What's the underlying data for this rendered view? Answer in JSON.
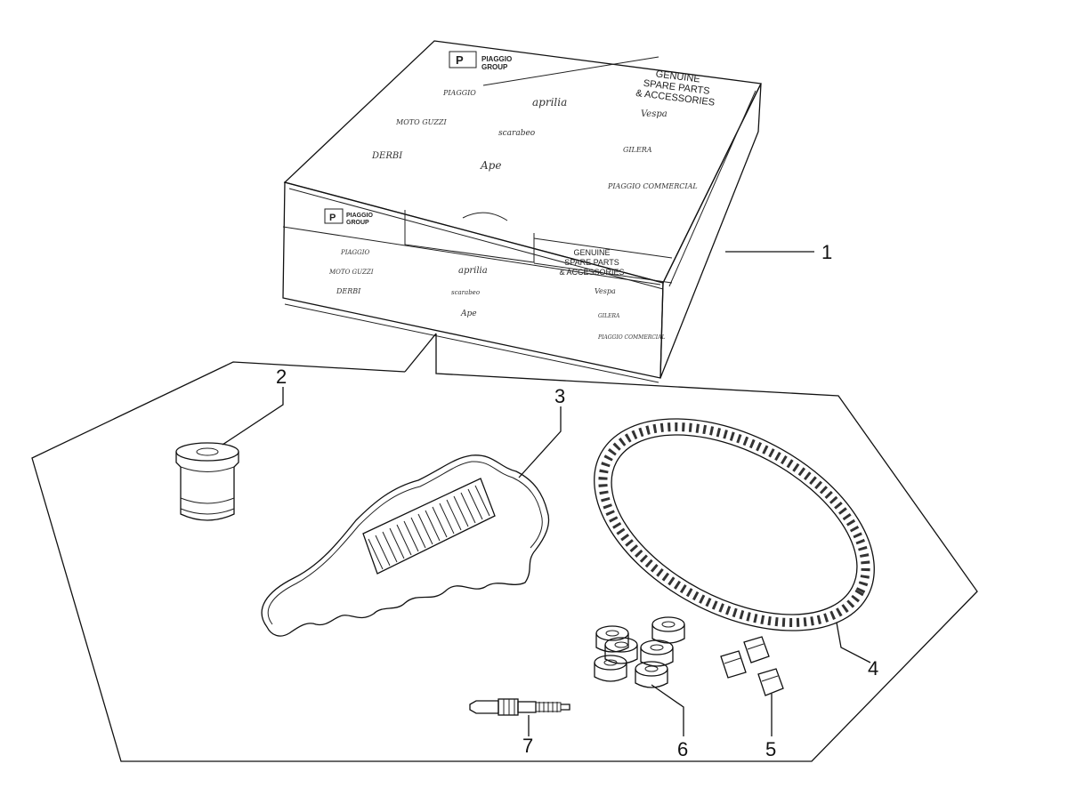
{
  "box": {
    "logo_line1": "PIAGGIO",
    "logo_line2": "GROUP",
    "genuine_line1": "GENUINE",
    "genuine_line2": "SPARE PARTS",
    "genuine_line3": "& ACCESSORIES",
    "brands": [
      "PIAGGIO",
      "aprilia",
      "Vespa",
      "MOTO GUZZI",
      "scarabeo",
      "DERBI",
      "Ape",
      "GILERA",
      "PIAGGIO COMMERCIAL"
    ]
  },
  "callouts": [
    {
      "number": "1",
      "part": "kit-box"
    },
    {
      "number": "2",
      "part": "oil-filter"
    },
    {
      "number": "3",
      "part": "air-filter"
    },
    {
      "number": "4",
      "part": "drive-belt"
    },
    {
      "number": "5",
      "part": "slider"
    },
    {
      "number": "6",
      "part": "roller"
    },
    {
      "number": "7",
      "part": "spark-plug"
    }
  ]
}
